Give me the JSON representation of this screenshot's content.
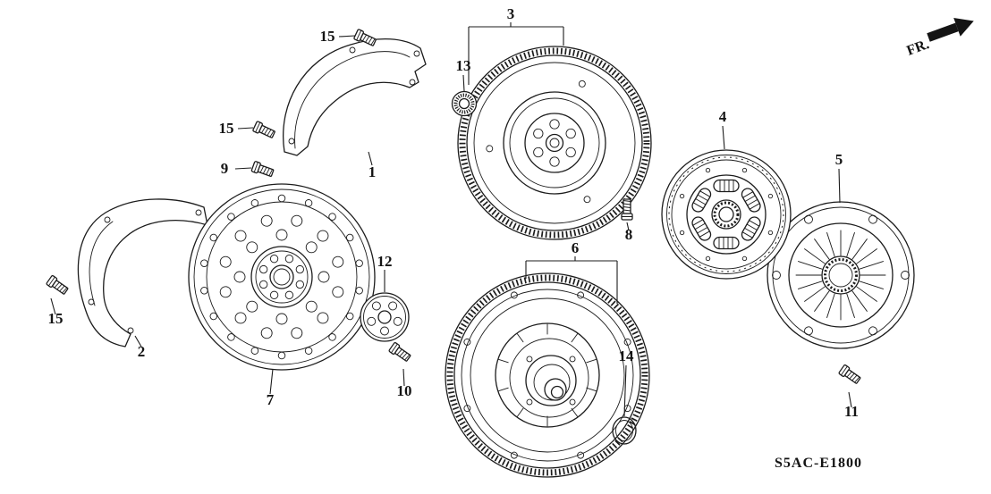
{
  "diagram": {
    "code": "S5AC-E1800",
    "fr": "FR."
  },
  "callouts": [
    {
      "part": "1",
      "label": "1"
    },
    {
      "part": "2",
      "label": "2"
    },
    {
      "part": "3",
      "label": "3"
    },
    {
      "part": "4",
      "label": "4"
    },
    {
      "part": "5",
      "label": "5"
    },
    {
      "part": "6",
      "label": "6"
    },
    {
      "part": "7",
      "label": "7"
    },
    {
      "part": "8",
      "label": "8"
    },
    {
      "part": "9",
      "label": "9"
    },
    {
      "part": "10",
      "label": "10"
    },
    {
      "part": "11",
      "label": "11"
    },
    {
      "part": "12",
      "label": "12"
    },
    {
      "part": "13",
      "label": "13"
    },
    {
      "part": "14",
      "label": "14"
    },
    {
      "part": "15",
      "label": "15"
    },
    {
      "part": "15",
      "label": "15"
    },
    {
      "part": "15",
      "label": "15"
    }
  ]
}
